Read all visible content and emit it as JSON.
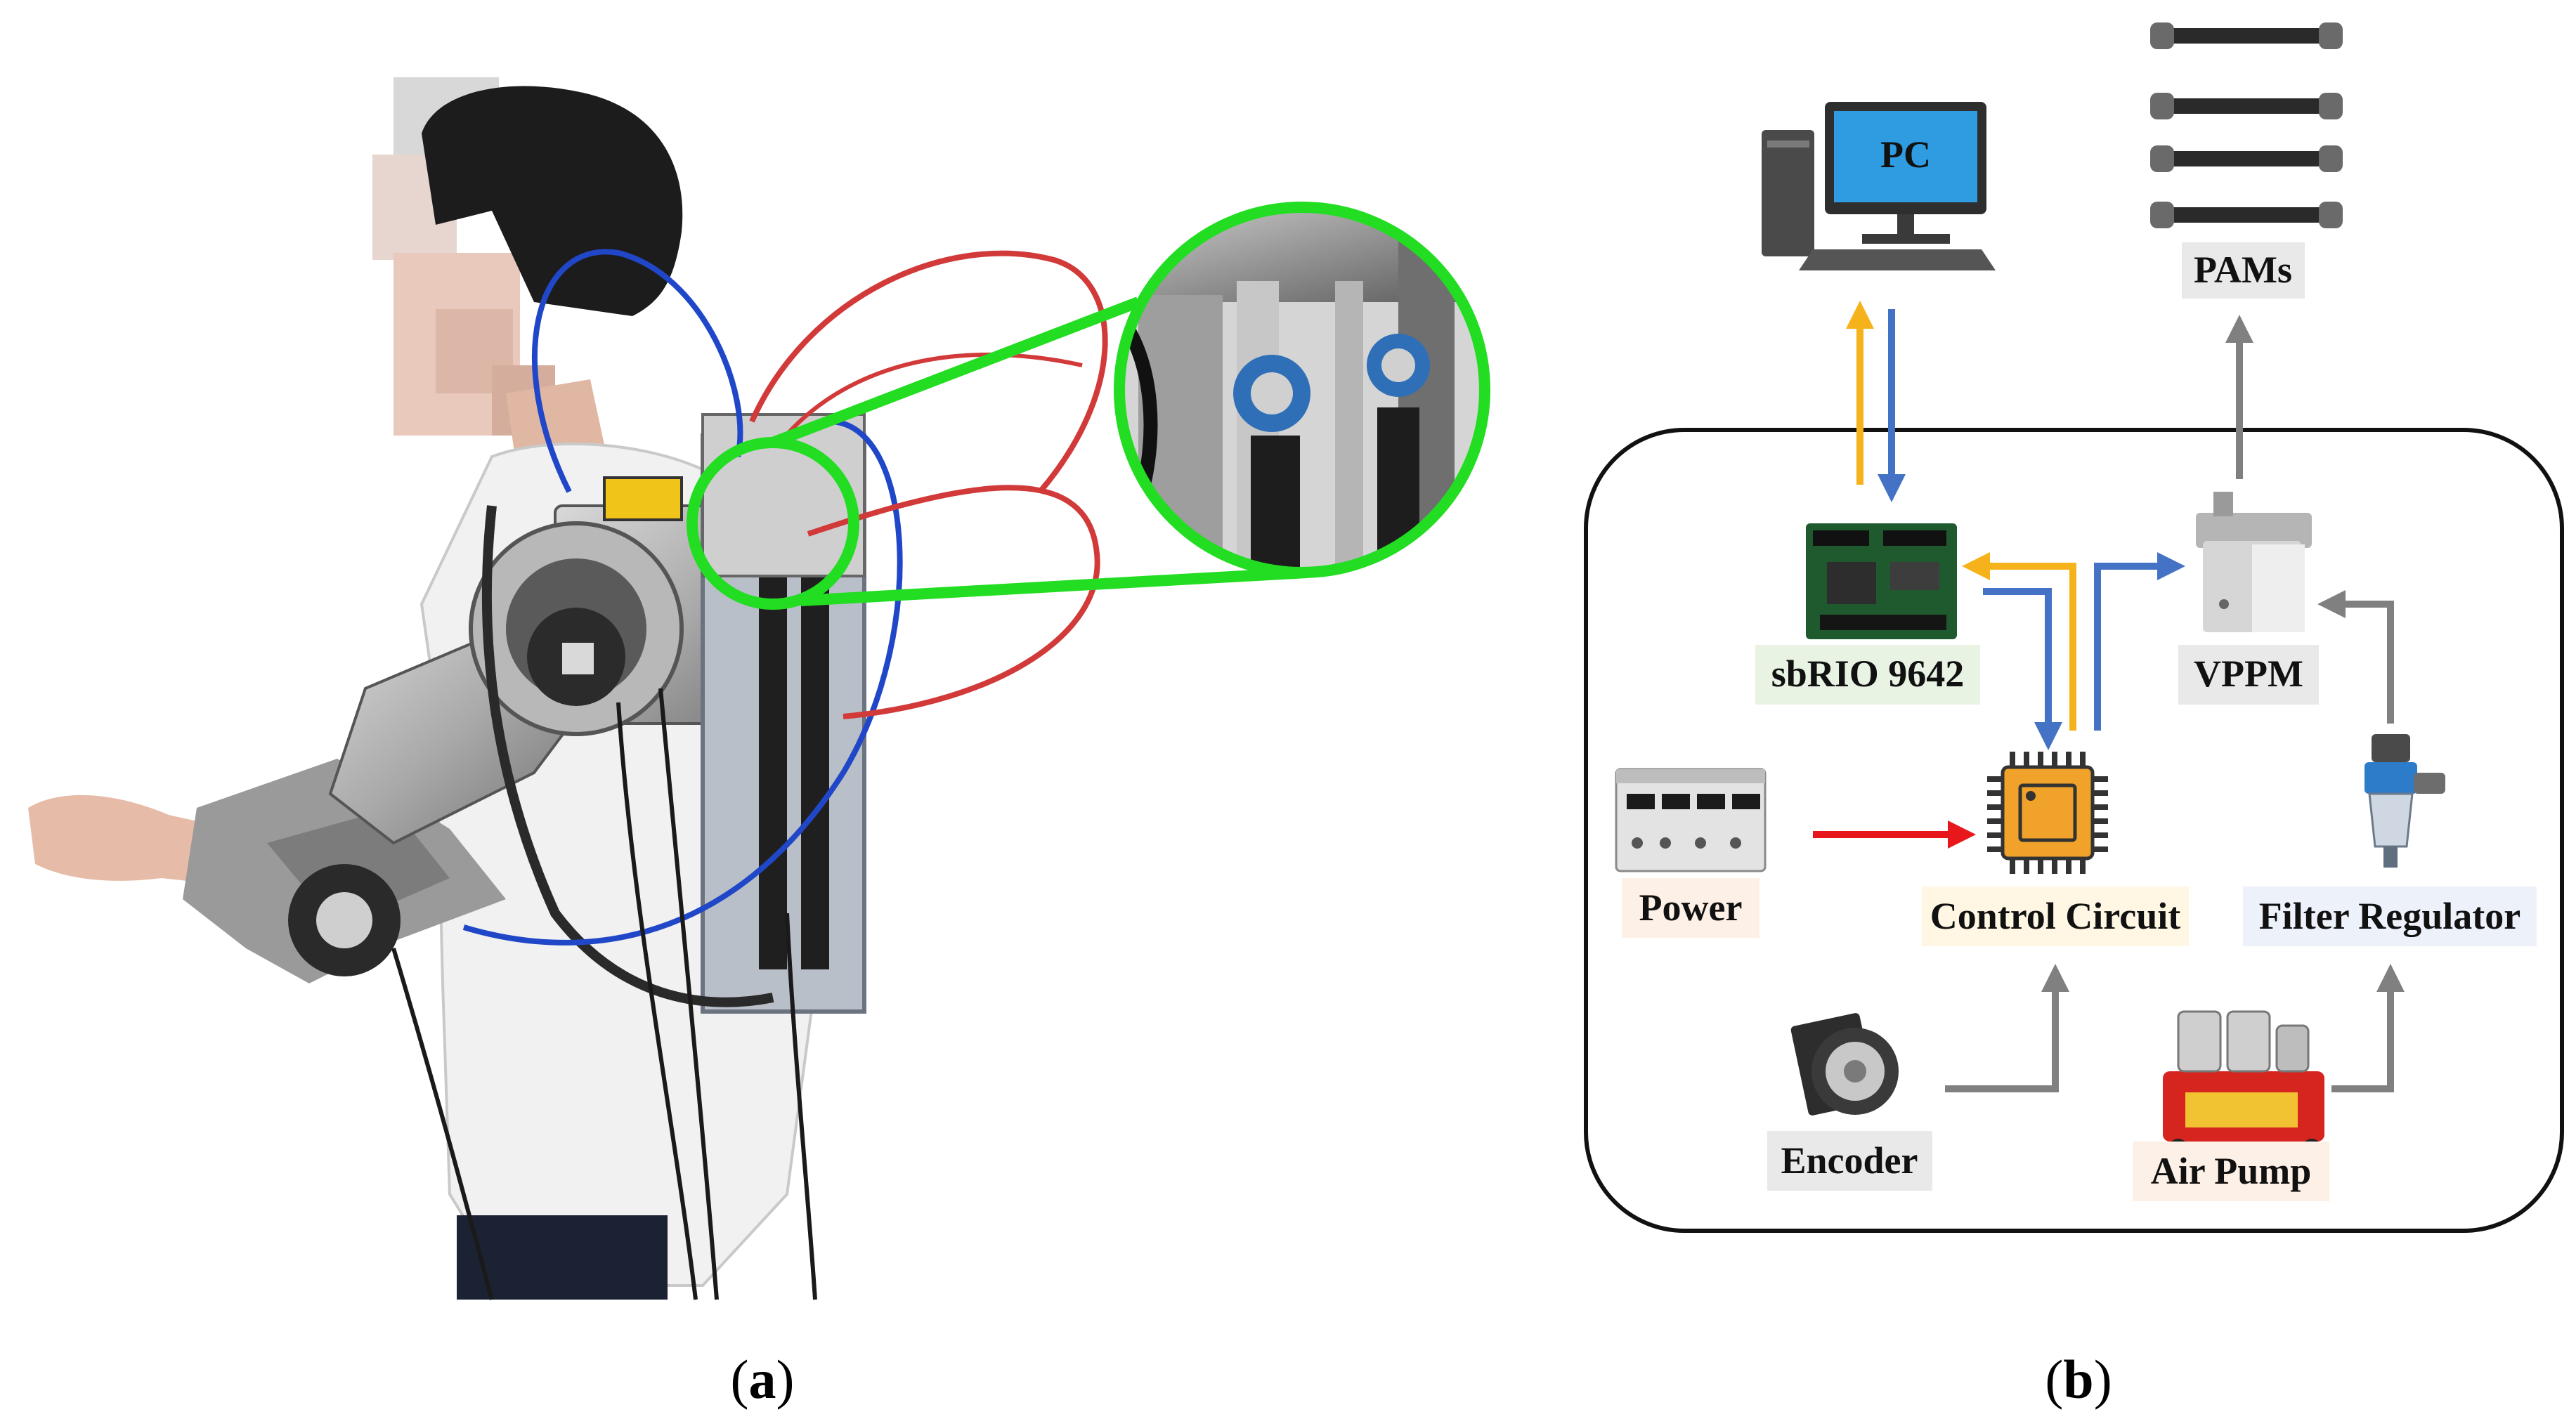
{
  "panels": {
    "a": {
      "label": "(a)",
      "letter": "a"
    },
    "b": {
      "label": "(b)",
      "letter": "b"
    }
  },
  "diagram": {
    "nodes": {
      "pc": {
        "label": "PC"
      },
      "pams": {
        "label": "PAMs"
      },
      "sbrio": {
        "label": "sbRIO 9642"
      },
      "vppm": {
        "label": "VPPM"
      },
      "power": {
        "label": "Power"
      },
      "control": {
        "label": "Control Circuit"
      },
      "filter": {
        "label": "Filter Regulator"
      },
      "encoder": {
        "label": "Encoder"
      },
      "pump": {
        "label": "Air Pump"
      }
    },
    "colors": {
      "yellow_arrow": "#f5b21a",
      "blue_arrow": "#4472c4",
      "red_arrow": "#e8171c",
      "gray_arrow": "#808080",
      "green_highlight": "#22dd22",
      "sbrio_bg": "#e8f3e3",
      "vppm_bg": "#e9e9e9",
      "power_bg": "#fdf0e6",
      "control_bg": "#fff7e3",
      "filter_bg": "#edf1fa",
      "encoder_bg": "#e9e9e9",
      "pump_bg": "#fdf0e6",
      "pams_bg": "#e9e9e9"
    },
    "icons": [
      "pc-icon",
      "pams-tube-icon",
      "sbrio-board-icon",
      "vppm-valve-icon",
      "power-supply-icon",
      "chip-icon",
      "filter-regulator-icon",
      "encoder-icon",
      "air-pump-icon"
    ]
  }
}
